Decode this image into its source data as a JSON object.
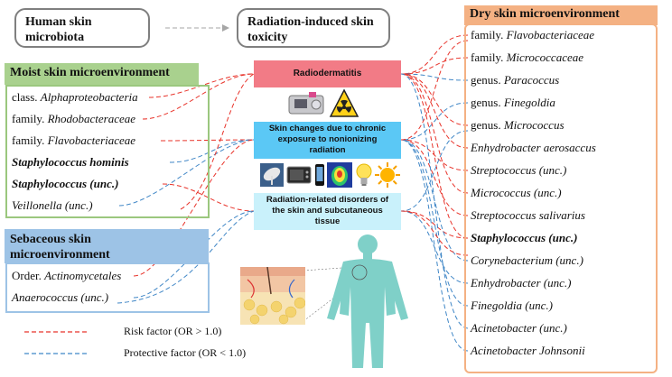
{
  "header": {
    "human_skin_microbiota": "Human skin microbiota",
    "radiation_induced_toxicity": "Radiation-induced skin toxicity"
  },
  "moist": {
    "title": "Moist skin microenvironment",
    "items": [
      {
        "prefix": "class. ",
        "name": "Alphaproteobacteria",
        "bold": false
      },
      {
        "prefix": "family. ",
        "name": "Rhodobacteraceae",
        "bold": false
      },
      {
        "prefix": "family. ",
        "name": "Flavobacteriaceae",
        "bold": false
      },
      {
        "prefix": "",
        "name": "Staphylococcus hominis",
        "bold": true
      },
      {
        "prefix": "",
        "name": "Staphylococcus (unc.)",
        "bold": true
      },
      {
        "prefix": "",
        "name": "Veillonella (unc.)",
        "bold": false
      }
    ],
    "colors": {
      "border": "#9bc77e",
      "title_bg": "#a9d18e"
    }
  },
  "sebaceous": {
    "title_line1": "Sebaceous skin",
    "title_line2": "microenvironment",
    "items": [
      {
        "prefix": "Order. ",
        "name": "Actinomycetales",
        "bold": false
      },
      {
        "prefix": "",
        "name": "Anaerococcus (unc.)",
        "bold": false
      }
    ],
    "colors": {
      "border": "#9dc3e6",
      "title_bg": "#9dc3e6"
    }
  },
  "dry": {
    "title": "Dry skin microenvironment",
    "items": [
      {
        "prefix": "family. ",
        "name": "Flavobacteriaceae",
        "bold": false
      },
      {
        "prefix": "family. ",
        "name": "Micrococcaceae",
        "bold": false
      },
      {
        "prefix": "genus. ",
        "name": "Paracoccus",
        "bold": false
      },
      {
        "prefix": "genus. ",
        "name": "Finegoldia",
        "bold": false
      },
      {
        "prefix": "genus. ",
        "name": "Micrococcus",
        "bold": false
      },
      {
        "prefix": "",
        "name": "Enhydrobacter aerosaccus",
        "bold": false
      },
      {
        "prefix": "",
        "name": "Streptococcus (unc.)",
        "bold": false
      },
      {
        "prefix": "",
        "name": "Micrococcus (unc.)",
        "bold": false
      },
      {
        "prefix": "",
        "name": "Streptococcus salivarius",
        "bold": false
      },
      {
        "prefix": "",
        "name": "Staphylococcus (unc.)",
        "bold": true
      },
      {
        "prefix": "",
        "name": "Corynebacterium (unc.)",
        "bold": false
      },
      {
        "prefix": "",
        "name": "Enhydrobacter (unc.)",
        "bold": false
      },
      {
        "prefix": "",
        "name": "Finegoldia (unc.)",
        "bold": false
      },
      {
        "prefix": "",
        "name": "Acinetobacter (unc.)",
        "bold": false
      },
      {
        "prefix": "",
        "name": "Acinetobacter Johnsonii",
        "bold": false
      }
    ],
    "colors": {
      "border": "#f4b183",
      "title_bg": "#f4b183"
    }
  },
  "center": {
    "radiodermatitis": "Radiodermatitis",
    "chronic": "Skin changes due to chronic exposure to nonionizing radiation",
    "disorders": "Radiation-related disorders of the skin and subcutaneous tissue",
    "colors": {
      "radiodermatitis": "#f27b86",
      "chronic": "#5bc8f5",
      "disorders": "#c9f1fb"
    }
  },
  "legend": {
    "risk": "Risk factor (OR > 1.0)",
    "protective": "Protective factor (OR < 1.0)",
    "colors": {
      "risk": "#e8332a",
      "protective": "#3f86c6"
    }
  },
  "icons": [
    "radiation-icon",
    "radiation-device-icon",
    "microwave-icon",
    "satellite-dish-icon",
    "smartphone-icon",
    "heat-map-icon",
    "light-bulb-icon",
    "sun-icon",
    "human-body-icon",
    "skin-cross-section-icon"
  ]
}
